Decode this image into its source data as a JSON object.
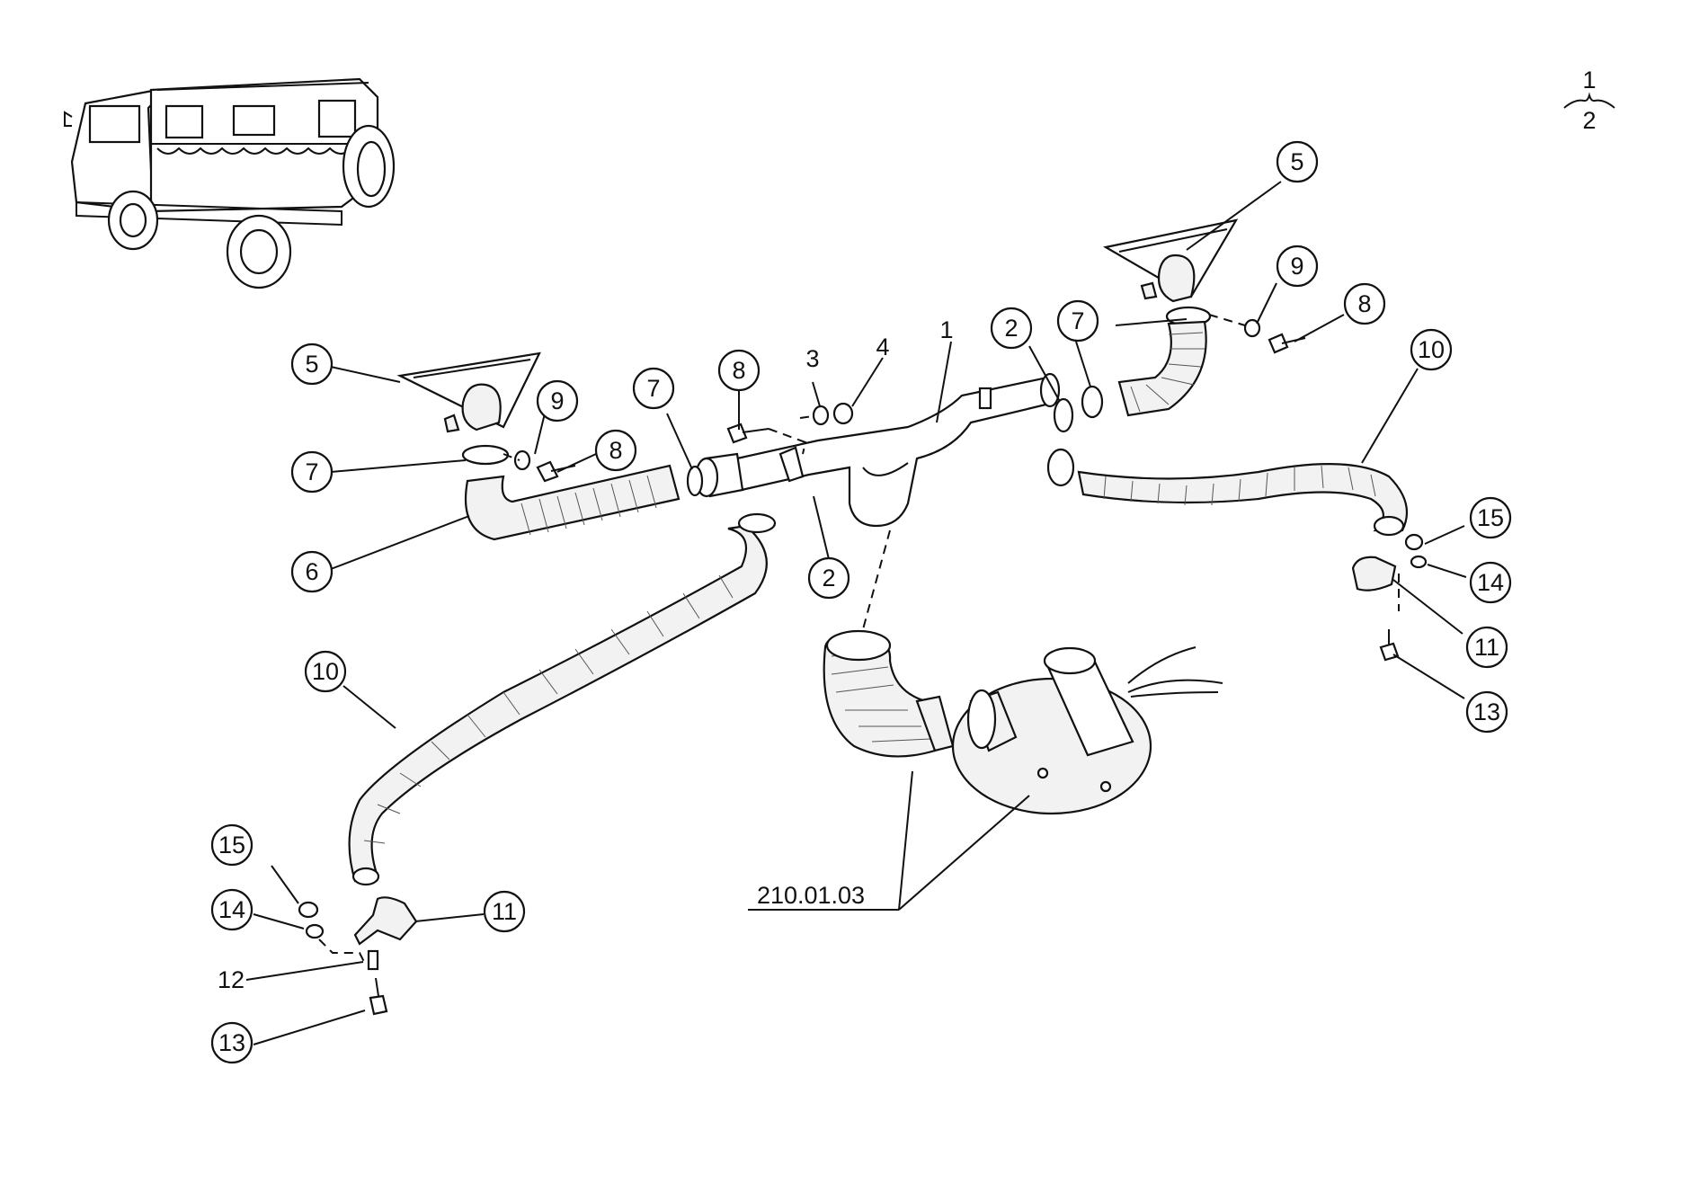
{
  "page_marker": {
    "top": "1",
    "bottom": "2"
  },
  "callouts": [
    {
      "id": "c5-left",
      "label": "5"
    },
    {
      "id": "c9-left",
      "label": "9"
    },
    {
      "id": "c7-left",
      "label": "7"
    },
    {
      "id": "c8-left",
      "label": "8"
    },
    {
      "id": "c6",
      "label": "6"
    },
    {
      "id": "c7-mid",
      "label": "7"
    },
    {
      "id": "c8-mid",
      "label": "8"
    },
    {
      "id": "c2-mid",
      "label": "2"
    },
    {
      "id": "c2-right",
      "label": "2"
    },
    {
      "id": "c7-right",
      "label": "7"
    },
    {
      "id": "c5-right",
      "label": "5"
    },
    {
      "id": "c9-right",
      "label": "9"
    },
    {
      "id": "c8-right",
      "label": "8"
    },
    {
      "id": "c10-right",
      "label": "10"
    },
    {
      "id": "c15-right",
      "label": "15"
    },
    {
      "id": "c14-right",
      "label": "14"
    },
    {
      "id": "c11-right",
      "label": "11"
    },
    {
      "id": "c13-right",
      "label": "13"
    },
    {
      "id": "c10-left",
      "label": "10"
    },
    {
      "id": "c15-left",
      "label": "15"
    },
    {
      "id": "c14-left",
      "label": "14"
    },
    {
      "id": "c11-left",
      "label": "11"
    },
    {
      "id": "c13-left",
      "label": "13"
    }
  ],
  "plain_labels": [
    {
      "id": "l3",
      "label": "3"
    },
    {
      "id": "l4",
      "label": "4"
    },
    {
      "id": "l1",
      "label": "1"
    },
    {
      "id": "l12",
      "label": "12"
    }
  ],
  "assembly_reference": "210.01.03"
}
